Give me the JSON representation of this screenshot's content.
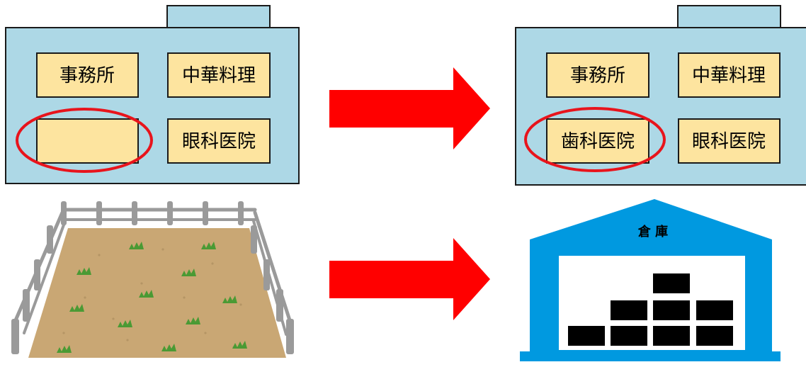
{
  "before_building": {
    "units": [
      "事務所",
      "中華料理",
      "",
      "眼科医院"
    ]
  },
  "after_building": {
    "units": [
      "事務所",
      "中華料理",
      "歯科医院",
      "眼科医院"
    ]
  },
  "warehouse": {
    "label": "倉 庫"
  },
  "colors": {
    "building_fill": "#add8e6",
    "unit_fill": "#fde49f",
    "highlight_ring": "#e8141c",
    "arrow": "#ff0000",
    "warehouse_blue": "#0099e0",
    "field_soil": "#c9a774",
    "crops": "#4a9a34",
    "fence": "#9a9a9a"
  }
}
